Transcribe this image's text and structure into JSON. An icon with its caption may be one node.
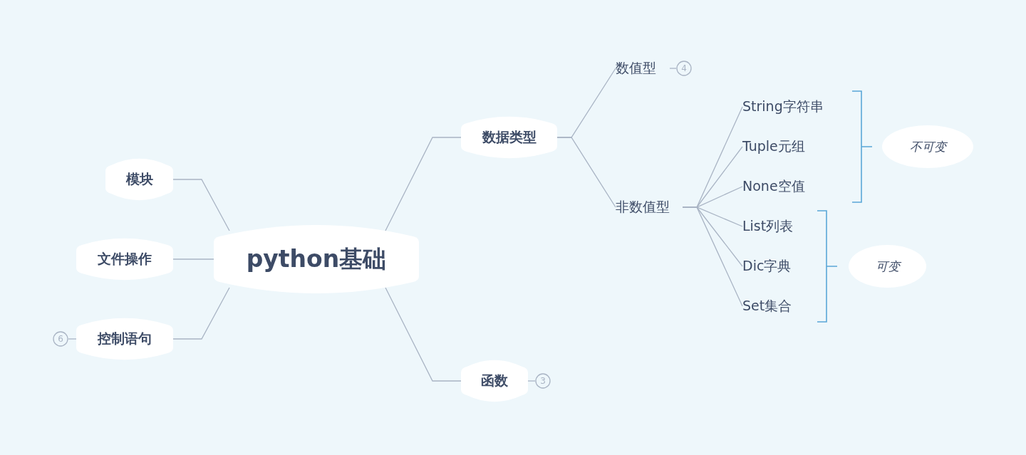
{
  "diagram": {
    "nodes": [
      {
        "text": [
          "python基础"
        ]
      },
      {
        "text": [
          "模块"
        ]
      },
      {
        "text": [
          "文件操作"
        ]
      },
      {
        "text": [
          "控制语句"
        ]
      },
      {
        "text": [
          "数据类型"
        ]
      },
      {
        "text": [
          "函数"
        ]
      },
      {
        "text": [
          "数值型"
        ]
      },
      {
        "text": [
          "非数值型"
        ]
      },
      {
        "text": [
          "String字符串"
        ]
      },
      {
        "text": [
          "Tuple元组"
        ]
      },
      {
        "text": [
          "None空值"
        ]
      },
      {
        "text": [
          "List列表"
        ]
      },
      {
        "text": [
          "Dic字典"
        ]
      },
      {
        "text": [
          "Set集合"
        ]
      },
      {
        "text": [
          "不可变"
        ]
      },
      {
        "text": [
          "可变"
        ]
      },
      {
        "text": [
          "6"
        ]
      },
      {
        "text": [
          "4"
        ]
      },
      {
        "text": [
          "3"
        ]
      }
    ],
    "edges": [
      {
        "from": 0,
        "to": 1,
        "arrow": "none"
      },
      {
        "from": 0,
        "to": 2,
        "arrow": "none"
      },
      {
        "from": 0,
        "to": 3,
        "arrow": "none"
      },
      {
        "from": 0,
        "to": 4,
        "arrow": "none"
      },
      {
        "from": 0,
        "to": 5,
        "arrow": "none"
      },
      {
        "from": 4,
        "to": 6,
        "arrow": "none"
      },
      {
        "from": 4,
        "to": 7,
        "arrow": "none"
      },
      {
        "from": 7,
        "to": 8,
        "arrow": "none"
      },
      {
        "from": 7,
        "to": 9,
        "arrow": "none"
      },
      {
        "from": 7,
        "to": 10,
        "arrow": "none"
      },
      {
        "from": 7,
        "to": 11,
        "arrow": "none"
      },
      {
        "from": 7,
        "to": 12,
        "arrow": "none"
      },
      {
        "from": 7,
        "to": 13,
        "arrow": "none"
      },
      {
        "from": 3,
        "to": 16,
        "arrow": "none"
      },
      {
        "from": 6,
        "to": 17,
        "arrow": "none"
      },
      {
        "from": 5,
        "to": 18,
        "arrow": "none"
      }
    ]
  }
}
